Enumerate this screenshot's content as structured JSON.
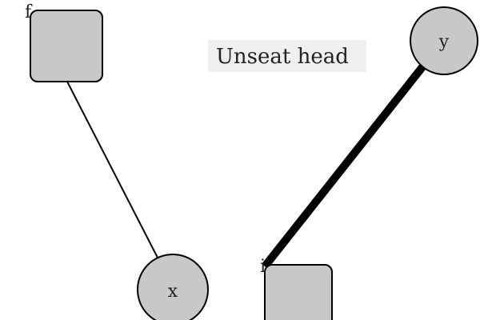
{
  "caption": "Unseat head",
  "nodes": {
    "f": {
      "label": "f"
    },
    "y": {
      "label": "y"
    },
    "x": {
      "label": "x"
    },
    "i": {
      "label": "i"
    }
  },
  "edges": [
    {
      "from": "f",
      "to": "x",
      "weight": "thin"
    },
    {
      "from": "y",
      "to": "i",
      "weight": "thick"
    }
  ],
  "colors": {
    "node_fill": "#c8c8c8",
    "stroke": "#000000",
    "caption_background": "#f0f0f0"
  }
}
